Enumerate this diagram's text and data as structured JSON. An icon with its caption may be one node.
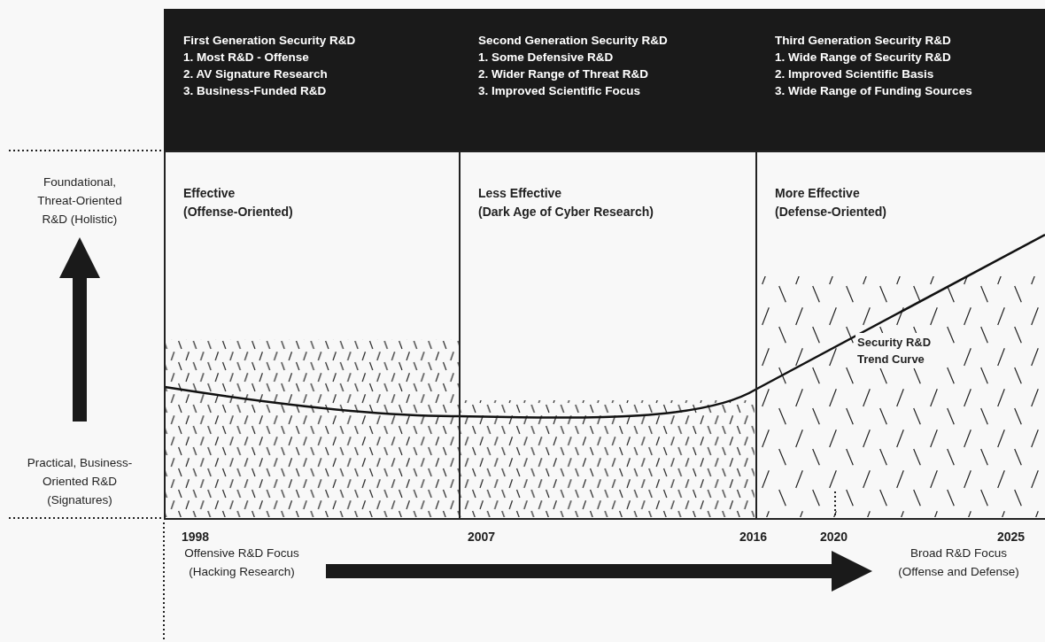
{
  "diagram": {
    "nodes": [
      {
        "text": [
          "First Generation Security R&D",
          "1. Most R&D - Offense",
          "2. AV Signature Research",
          "3. Business-Funded R&D"
        ]
      },
      {
        "text": [
          "Second Generation Security R&D",
          "1. Some Defensive R&D",
          "2. Wider Range of Threat R&D",
          "3. Improved Scientific Focus"
        ]
      },
      {
        "text": [
          "Third Generation Security R&D",
          "1. Wide Range of Security R&D",
          "2. Improved Scientific Basis",
          "3. Wide Range of Funding Sources"
        ]
      },
      {
        "text": [
          "Effective",
          "(Offense-Oriented)"
        ]
      },
      {
        "text": [
          "Less Effective",
          "(Dark Age of Cyber Research)"
        ]
      },
      {
        "text": [
          "More Effective",
          "(Defense-Oriented)"
        ]
      },
      {
        "text": [
          "Foundational, Threat-Oriented R&D (Holistic)"
        ]
      },
      {
        "text": [
          "Practical, Business-Oriented R&D (Signatures)"
        ]
      },
      {
        "text": [
          "Offensive R&D Focus (Hacking Research)"
        ]
      },
      {
        "text": [
          "Broad R&D Focus (Offense and Defense)"
        ]
      }
    ],
    "edges": [
      {
        "from": 7,
        "to": 6,
        "arrow": "to"
      },
      {
        "from": 8,
        "to": 9,
        "arrow": "to"
      }
    ],
    "labels": [
      "Security R&D Trend Curve",
      "1998",
      "2007",
      "2016",
      "2020",
      "2025"
    ]
  }
}
